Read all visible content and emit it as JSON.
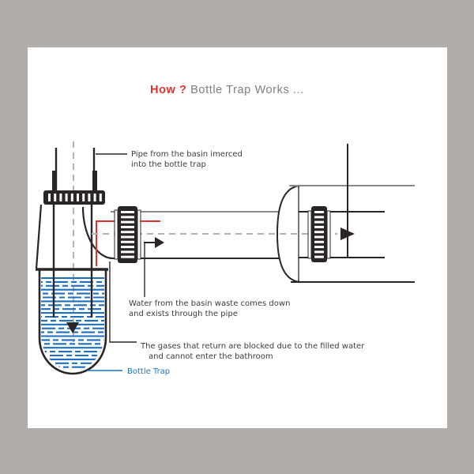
{
  "title": {
    "how": "How ?",
    "rest": " Bottle Trap Works ..."
  },
  "labels": {
    "pipe_from_basin": {
      "line1": "Pipe from the basin imerced",
      "line2": "into the bottle trap"
    },
    "water_flow": {
      "line1": "Water from the basin waste comes down",
      "line2": "and exists through the pipe"
    },
    "gases": {
      "line1": "The gases that return are blocked due to the filled water",
      "line2": "and cannot enter the bathroom"
    },
    "bottle_trap": "Bottle Trap"
  },
  "colors": {
    "background": "#b1adaa",
    "panel": "#ffffff",
    "accent_red": "#e03230",
    "title_gray": "#7f7f7f",
    "label_blue": "#1b75bc",
    "water_blue": "#1d6fc1",
    "line_black": "#2b2626",
    "line_gray": "#8a8a8a"
  }
}
